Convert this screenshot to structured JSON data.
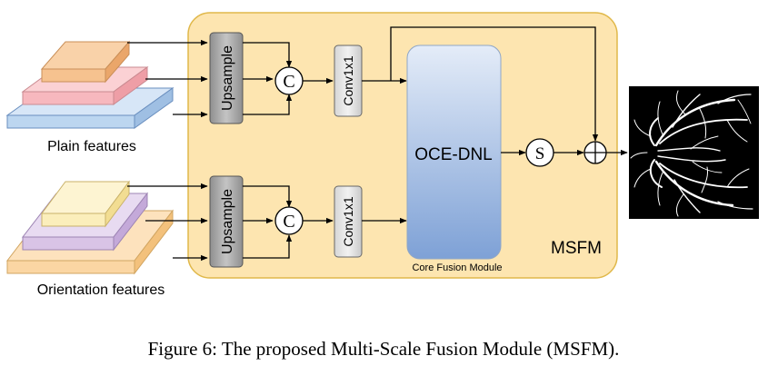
{
  "labels": {
    "plain_features": "Plain features",
    "orientation_features": "Orientation features",
    "upsample_top": "Upsample",
    "upsample_bottom": "Upsample",
    "concat_top": "C",
    "concat_bottom": "C",
    "conv_top": "Conv1x1",
    "conv_bottom": "Conv1x1",
    "core": "OCE-DNL",
    "core_caption": "Core Fusion Module",
    "sigmoid": "S",
    "module_name": "MSFM"
  },
  "caption": "Figure 6: The proposed Multi-Scale Fusion Module (MSFM).",
  "colors": {
    "module_fill": "#fde5b0",
    "module_stroke": "#e0b84a",
    "plain_layer_top": "#f6c28f",
    "plain_layer_mid": "#f7b8be",
    "plain_layer_bottom": "#bcd6f0",
    "orient_layer_top": "#fbeebb",
    "orient_layer_mid": "#d9c4e6",
    "orient_layer_bottom": "#fbd6a3",
    "upsample_fill": "#b3b3b3",
    "core_top": "#e4ecf8",
    "core_bottom": "#7ea1d6"
  }
}
